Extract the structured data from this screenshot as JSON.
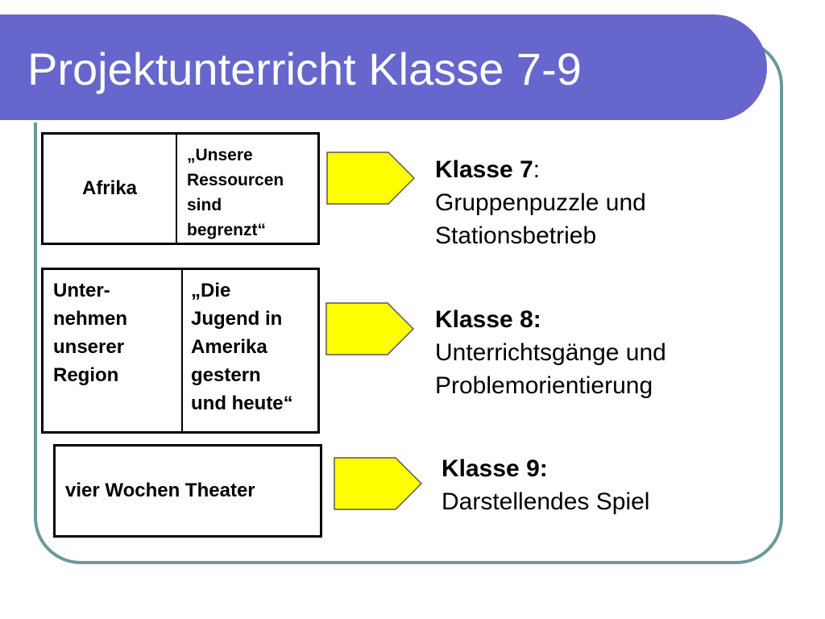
{
  "slide": {
    "title": "Projektunterricht Klasse 7-9"
  },
  "projects": [
    {
      "left_label": "Afrika",
      "right_lines": [
        "„Unsere",
        "Ressourcen",
        "sind",
        "begrenzt“"
      ]
    },
    {
      "left_lines": [
        "Unter-",
        "nehmen",
        "unserer",
        "Region"
      ],
      "right_lines": [
        "„Die",
        "Jugend in",
        "Amerika",
        "gestern",
        "und heute“"
      ]
    },
    {
      "label": "vier Wochen Theater"
    }
  ],
  "grades": [
    {
      "heading": "Klasse 7",
      "heading_suffix": ":",
      "lines": [
        "Gruppenpuzzle und",
        "Stationsbetrieb"
      ]
    },
    {
      "heading": "Klasse 8:",
      "lines": [
        "Unterrichtsgänge und",
        "Problemorientierung"
      ]
    },
    {
      "heading": "Klasse 9:",
      "lines": [
        "Darstellendes Spiel"
      ]
    }
  ],
  "colors": {
    "title_bar": "#6666cc",
    "frame_border": "#6a9a98",
    "arrow_fill": "#ffff00"
  },
  "icons": {
    "arrow": "yellow-pentagon-arrow-icon"
  }
}
